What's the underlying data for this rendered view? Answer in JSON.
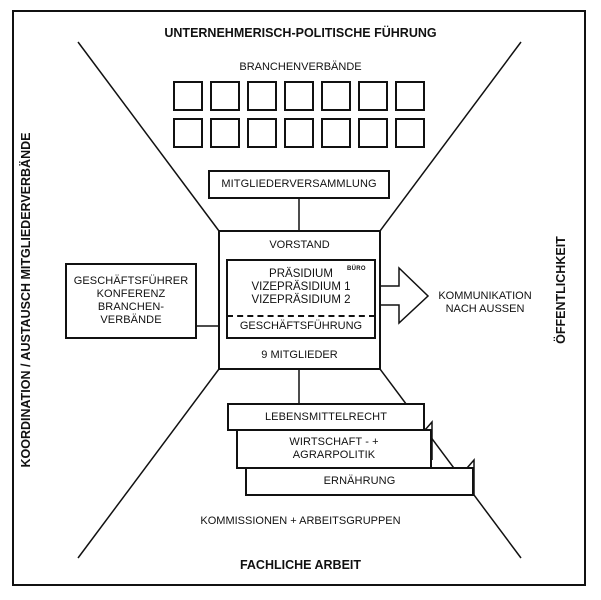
{
  "diagram": {
    "top_title": "UNTERNEHMERISCH-POLITISCHE FÜHRUNG",
    "bottom_title": "FACHLICHE ARBEIT",
    "left_title": "KOORDINATION / AUSTAUSCH MITGLIEDERVERBÄNDE",
    "right_title": "ÖFFENTLICHKEIT",
    "branchenverbaende": {
      "label": "BRANCHENVERBÄNDE",
      "rows": 2,
      "columns": 7
    },
    "mitgliederversammlung": "MITGLIEDERVERSAMMLUNG",
    "vorstand": {
      "label": "VORSTAND",
      "members": "9 MITGLIEDER",
      "inner": {
        "buro_tag": "BÜRO",
        "lines": [
          "PRÄSIDIUM",
          "VIZEPRÄSIDIUM 1",
          "VIZEPRÄSIDIUM 2"
        ],
        "geschaeftsfuehrung": "GESCHÄFTSFÜHRUNG"
      }
    },
    "gf_konferenz": {
      "lines": [
        "GESCHÄFTSFÜHRER",
        "KONFERENZ",
        "BRANCHEN-",
        "VERBÄNDE"
      ]
    },
    "kommunikation": {
      "lines": [
        "KOMMUNIKATION",
        "NACH AUSSEN"
      ]
    },
    "kommissionen": {
      "items": [
        {
          "lines": [
            "LEBENSMITTELRECHT"
          ]
        },
        {
          "lines": [
            "WIRTSCHAFT - +",
            "AGRARPOLITIK"
          ]
        },
        {
          "lines": [
            "ERNÄHRUNG"
          ]
        }
      ],
      "label": "KOMMISSIONEN + ARBEITSGRUPPEN"
    },
    "colors": {
      "stroke": "#111111",
      "background": "#ffffff"
    }
  }
}
